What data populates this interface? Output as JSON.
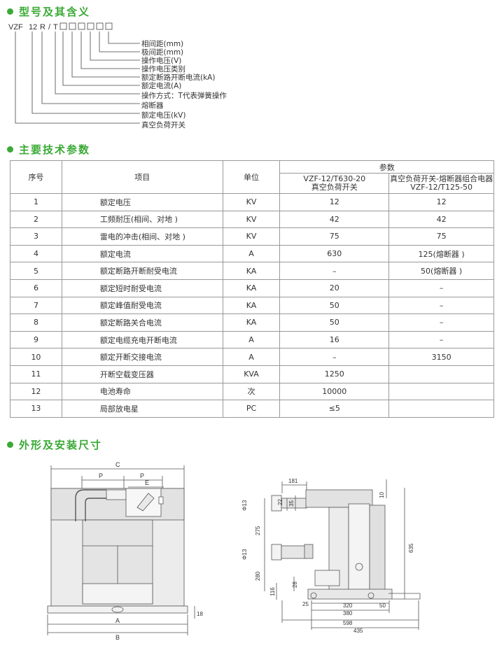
{
  "sections": {
    "model": "型号及其含义",
    "specs": "主要技术参数",
    "dims": "外形及安装尺寸"
  },
  "accent_color": "#3aa935",
  "model_code": {
    "parts": [
      "VZF",
      "12",
      "R",
      "/",
      "T"
    ],
    "meanings": [
      "相间距(mm)",
      "极间距(mm)",
      "操作电压(V)",
      "操作电压类别",
      "额定断路开断电流(kA)",
      "额定电流(A)",
      "操作方式：T代表弹簧操作",
      "熔断器",
      "额定电压(kV)",
      "真空负荷开关"
    ]
  },
  "table": {
    "headers": {
      "no": "序号",
      "item": "项目",
      "unit": "单位",
      "params": "参数",
      "col1_l1": "VZF-12/T630-20",
      "col1_l2": "真空负荷开关",
      "col2_l1": "真空负荷开关-熔断器组合电器",
      "col2_l2": "VZF-12/T125-50"
    },
    "rows": [
      {
        "no": "1",
        "item": "额定电压",
        "unit": "KV",
        "v1": "12",
        "v2": "12"
      },
      {
        "no": "2",
        "item": "工频耐压(相间、对地 )",
        "unit": "KV",
        "v1": "42",
        "v2": "42"
      },
      {
        "no": "3",
        "item": "雷电的冲击(相间、对地 )",
        "unit": "KV",
        "v1": "75",
        "v2": "75"
      },
      {
        "no": "4",
        "item": "额定电流",
        "unit": "A",
        "v1": "630",
        "v2": "125(熔断器 )"
      },
      {
        "no": "5",
        "item": "额定断路开断耐受电流",
        "unit": "KA",
        "v1": "–",
        "v2": "50(熔断器 )"
      },
      {
        "no": "6",
        "item": "额定短时耐受电流",
        "unit": "KA",
        "v1": "20",
        "v2": "–"
      },
      {
        "no": "7",
        "item": "额定峰值耐受电流",
        "unit": "KA",
        "v1": "50",
        "v2": "–"
      },
      {
        "no": "8",
        "item": "额定断路关合电流",
        "unit": "KA",
        "v1": "50",
        "v2": "–"
      },
      {
        "no": "9",
        "item": "额定电缆充电开断电流",
        "unit": "A",
        "v1": "16",
        "v2": "–"
      },
      {
        "no": "10",
        "item": "额定开断交接电流",
        "unit": "A",
        "v1": "–",
        "v2": "3150"
      },
      {
        "no": "11",
        "item": "开断空载变压器",
        "unit": "KVA",
        "v1": "1250",
        "v2": ""
      },
      {
        "no": "12",
        "item": "电池寿命",
        "unit": "次",
        "v1": "10000",
        "v2": ""
      },
      {
        "no": "13",
        "item": "局部放电星",
        "unit": "PC",
        "v1": "≤5",
        "v2": ""
      }
    ]
  },
  "front_view": {
    "C": "C",
    "P1": "P",
    "P2": "P",
    "E": "E",
    "A": "A",
    "B": "B",
    "h18": "18"
  },
  "side_view": {
    "d181": "181",
    "d22": "22",
    "d35": "35",
    "d275": "275",
    "d280": "280",
    "d116": "116",
    "d28": "28",
    "d25": "25",
    "d50": "50",
    "d10": "10",
    "d635": "635",
    "d320": "320",
    "d380": "380",
    "d598": "598",
    "d435": "435",
    "phi_top": "Φ13",
    "phi_mid": "Φ13"
  }
}
